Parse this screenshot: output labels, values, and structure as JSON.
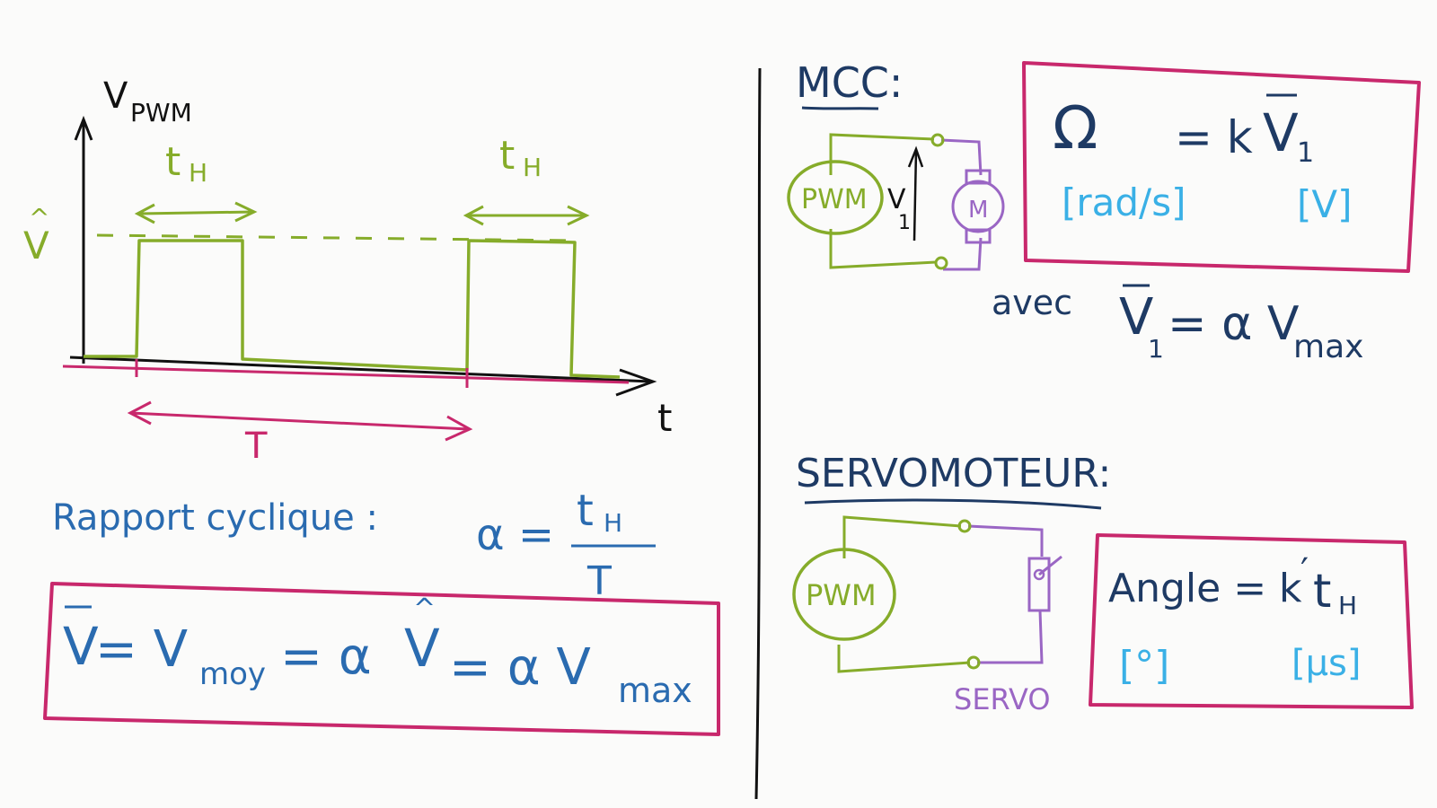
{
  "colors": {
    "black": "#111111",
    "green": "#86ac2a",
    "magenta": "#c8286c",
    "blue": "#2a6bb0",
    "navy": "#1e3a64",
    "purple": "#9a66c4",
    "cyan": "#3ab0e6"
  },
  "left": {
    "y_axis_label": "V",
    "y_axis_label_sub": "PWM",
    "x_axis_label": "t",
    "amplitude_label": "V",
    "pulse_width_label_1": "t",
    "pulse_width_label_1_sub": "H",
    "pulse_width_label_2": "t",
    "pulse_width_label_2_sub": "H",
    "period_label": "T",
    "duty_cycle_text": "Rapport cyclique :",
    "duty_cycle_symbol": "α =",
    "duty_cycle_num": "t",
    "duty_cycle_num_sub": "H",
    "duty_cycle_den": "T",
    "formula_v": "V",
    "formula_eq1": "= V",
    "formula_moy": "moy",
    "formula_eq2": "= α",
    "formula_vhat": "V",
    "formula_eq3": "= α V",
    "formula_max": "max"
  },
  "mcc": {
    "heading": "MCC:",
    "source_label": "PWM",
    "voltage_label": "V",
    "voltage_sub": "1",
    "motor_label": "M",
    "omega": "Ω",
    "eq": "= k",
    "v1": "V",
    "v1_sub": "1",
    "unit_speed": "[rad/s]",
    "unit_voltage": "[V]",
    "avec": "avec",
    "avec_v": "V",
    "avec_v_sub": "1",
    "avec_eq": "= α V",
    "avec_max": "max"
  },
  "servo": {
    "heading": "SERVOMOTEUR:",
    "source_label": "PWM",
    "servo_label": "SERVO",
    "angle_text": "Angle = k",
    "angle_prime": "′",
    "angle_t": "t",
    "angle_t_sub": "H",
    "unit_angle": "[°]",
    "unit_time": "[μs]"
  }
}
